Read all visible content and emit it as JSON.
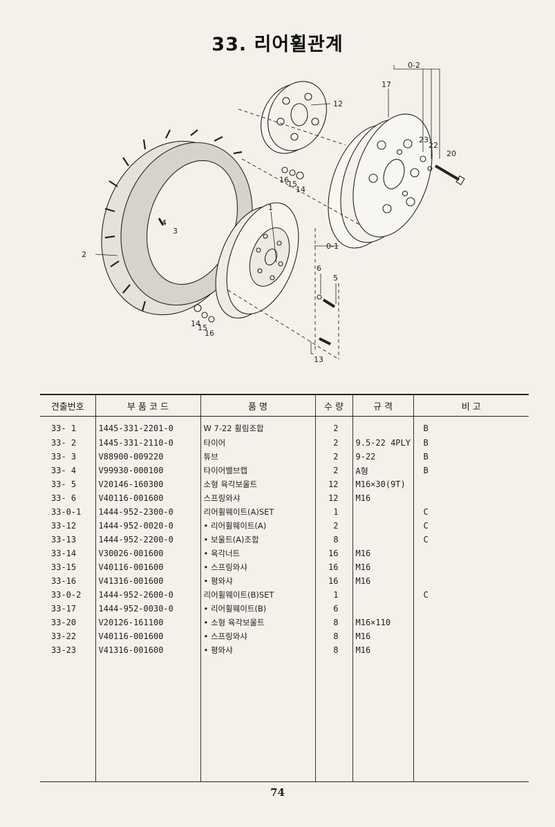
{
  "title": "33. 리어휠관계",
  "page_number": "74",
  "diagram": {
    "callouts": [
      "0-2",
      "17",
      "12",
      "23",
      "22",
      "20",
      "16",
      "15",
      "14",
      "1",
      "4",
      "3",
      "2",
      "0-1",
      "6",
      "5",
      "14",
      "15",
      "16",
      "13"
    ]
  },
  "table": {
    "headers": [
      "견출번호",
      "부 품 코 드",
      "품 명",
      "수 량",
      "규 격",
      "비 고"
    ],
    "rows": [
      {
        "no": "33- 1",
        "code": "1445-331-2201-0",
        "name": "W 7-22 휠림조합",
        "qty": "2",
        "spec": "",
        "note": "B"
      },
      {
        "no": "33- 2",
        "code": "1445-331-2110-0",
        "name": "타이어",
        "qty": "2",
        "spec": "9.5-22 4PLY",
        "note": "B"
      },
      {
        "no": "33- 3",
        "code": "V88900-009220",
        "name": "튜브",
        "qty": "2",
        "spec": "9-22",
        "note": "B"
      },
      {
        "no": "33- 4",
        "code": "V99930-000100",
        "name": "타이어밸브캡",
        "qty": "2",
        "spec": "A형",
        "note": "B"
      },
      {
        "no": "33- 5",
        "code": "V20146-160300",
        "name": "소형 육각보울트",
        "qty": "12",
        "spec": "M16×30(9T)",
        "note": ""
      },
      {
        "no": "33- 6",
        "code": "V40116-001600",
        "name": "스프링와샤",
        "qty": "12",
        "spec": "M16",
        "note": ""
      },
      {
        "no": "33-0-1",
        "code": "1444-952-2300-0",
        "name": "리어휠웨이트(A)SET",
        "qty": "1",
        "spec": "",
        "note": "C"
      },
      {
        "no": "33-12",
        "code": "1444-952-0020-0",
        "name": "• 리어휠웨이트(A)",
        "qty": "2",
        "spec": "",
        "note": "C"
      },
      {
        "no": "33-13",
        "code": "1444-952-2200-0",
        "name": "• 보울트(A)조합",
        "qty": "8",
        "spec": "",
        "note": "C"
      },
      {
        "no": "33-14",
        "code": "V30026-001600",
        "name": "• 육각너트",
        "qty": "16",
        "spec": "M16",
        "note": ""
      },
      {
        "no": "33-15",
        "code": "V40116-001600",
        "name": "• 스프링와샤",
        "qty": "16",
        "spec": "M16",
        "note": ""
      },
      {
        "no": "33-16",
        "code": "V41316-001600",
        "name": "• 평와샤",
        "qty": "16",
        "spec": "M16",
        "note": ""
      },
      {
        "no": "33-0-2",
        "code": "1444-952-2600-0",
        "name": "리어휠웨이트(B)SET",
        "qty": "1",
        "spec": "",
        "note": "C"
      },
      {
        "no": "33-17",
        "code": "1444-952-0030-0",
        "name": "• 리어휠웨이트(B)",
        "qty": "6",
        "spec": "",
        "note": ""
      },
      {
        "no": "33-20",
        "code": "V20126-161100",
        "name": "• 소형 육각보울트",
        "qty": "8",
        "spec": "M16×110",
        "note": ""
      },
      {
        "no": "33-22",
        "code": "V40116-001600",
        "name": "• 스프링와샤",
        "qty": "8",
        "spec": "M16",
        "note": ""
      },
      {
        "no": "33-23",
        "code": "V41316-001600",
        "name": "• 평와샤",
        "qty": "8",
        "spec": "M16",
        "note": ""
      }
    ]
  }
}
